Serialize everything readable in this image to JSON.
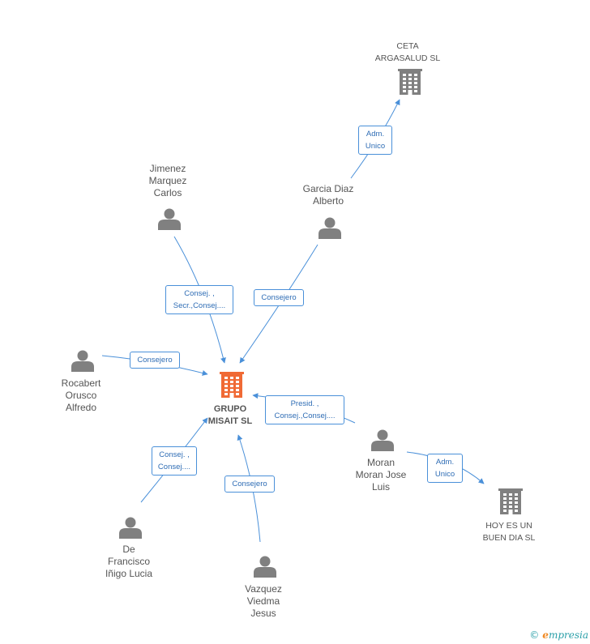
{
  "colors": {
    "edge": "#4a90d9",
    "person": "#808080",
    "company": "#808080",
    "center": "#f06a35",
    "label": "#555555"
  },
  "nodes": [
    {
      "id": "center",
      "kind": "company-center",
      "lines": [
        "GRUPO",
        "MISAIT SL"
      ]
    },
    {
      "id": "ceta",
      "kind": "company",
      "lines": [
        "CETA",
        "ARGASALUD SL"
      ]
    },
    {
      "id": "hoy",
      "kind": "company",
      "lines": [
        "HOY ES UN",
        "BUEN DIA  SL"
      ]
    },
    {
      "id": "jimenez",
      "kind": "person",
      "lines": [
        "Jimenez",
        "Marquez",
        "Carlos"
      ]
    },
    {
      "id": "garcia",
      "kind": "person",
      "lines": [
        "Garcia Diaz",
        "Alberto"
      ]
    },
    {
      "id": "rocabert",
      "kind": "person",
      "lines": [
        "Rocabert",
        "Orusco",
        "Alfredo"
      ]
    },
    {
      "id": "moran",
      "kind": "person",
      "lines": [
        "Moran",
        "Moran Jose",
        "Luis"
      ]
    },
    {
      "id": "defrancisco",
      "kind": "person",
      "lines": [
        "De",
        "Francisco",
        "Iñigo Lucia"
      ]
    },
    {
      "id": "vazquez",
      "kind": "person",
      "lines": [
        "Vazquez",
        "Viedma",
        "Jesus"
      ]
    }
  ],
  "edges": [
    {
      "from": "garcia",
      "to": "ceta",
      "label": [
        "Adm.",
        "Unico"
      ]
    },
    {
      "from": "jimenez",
      "to": "center",
      "label": [
        "Consej. ,",
        "Secr.,Consej...."
      ]
    },
    {
      "from": "garcia",
      "to": "center",
      "label": [
        "Consejero"
      ]
    },
    {
      "from": "rocabert",
      "to": "center",
      "label": [
        "Consejero"
      ]
    },
    {
      "from": "moran",
      "to": "center",
      "label": [
        "Presid. ,",
        "Consej.,Consej...."
      ]
    },
    {
      "from": "moran",
      "to": "hoy",
      "label": [
        "Adm.",
        "Unico"
      ]
    },
    {
      "from": "defrancisco",
      "to": "center",
      "label": [
        "Consej. ,",
        "Consej...."
      ]
    },
    {
      "from": "vazquez",
      "to": "center",
      "label": [
        "Consejero"
      ]
    }
  ],
  "footer": {
    "copyright": "©",
    "brand_initial": "e",
    "brand_rest": "mpresia"
  }
}
